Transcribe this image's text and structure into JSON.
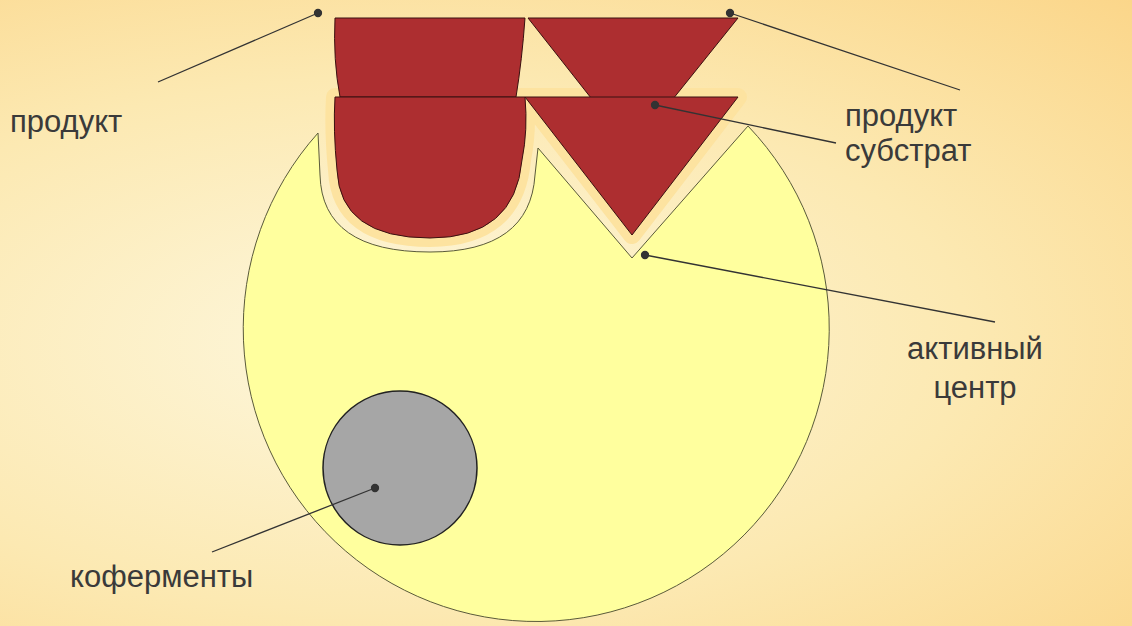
{
  "diagram": {
    "labels": [
      "продукт",
      "продукт",
      "субстрат",
      "активный центр",
      "коферменты"
    ]
  }
}
